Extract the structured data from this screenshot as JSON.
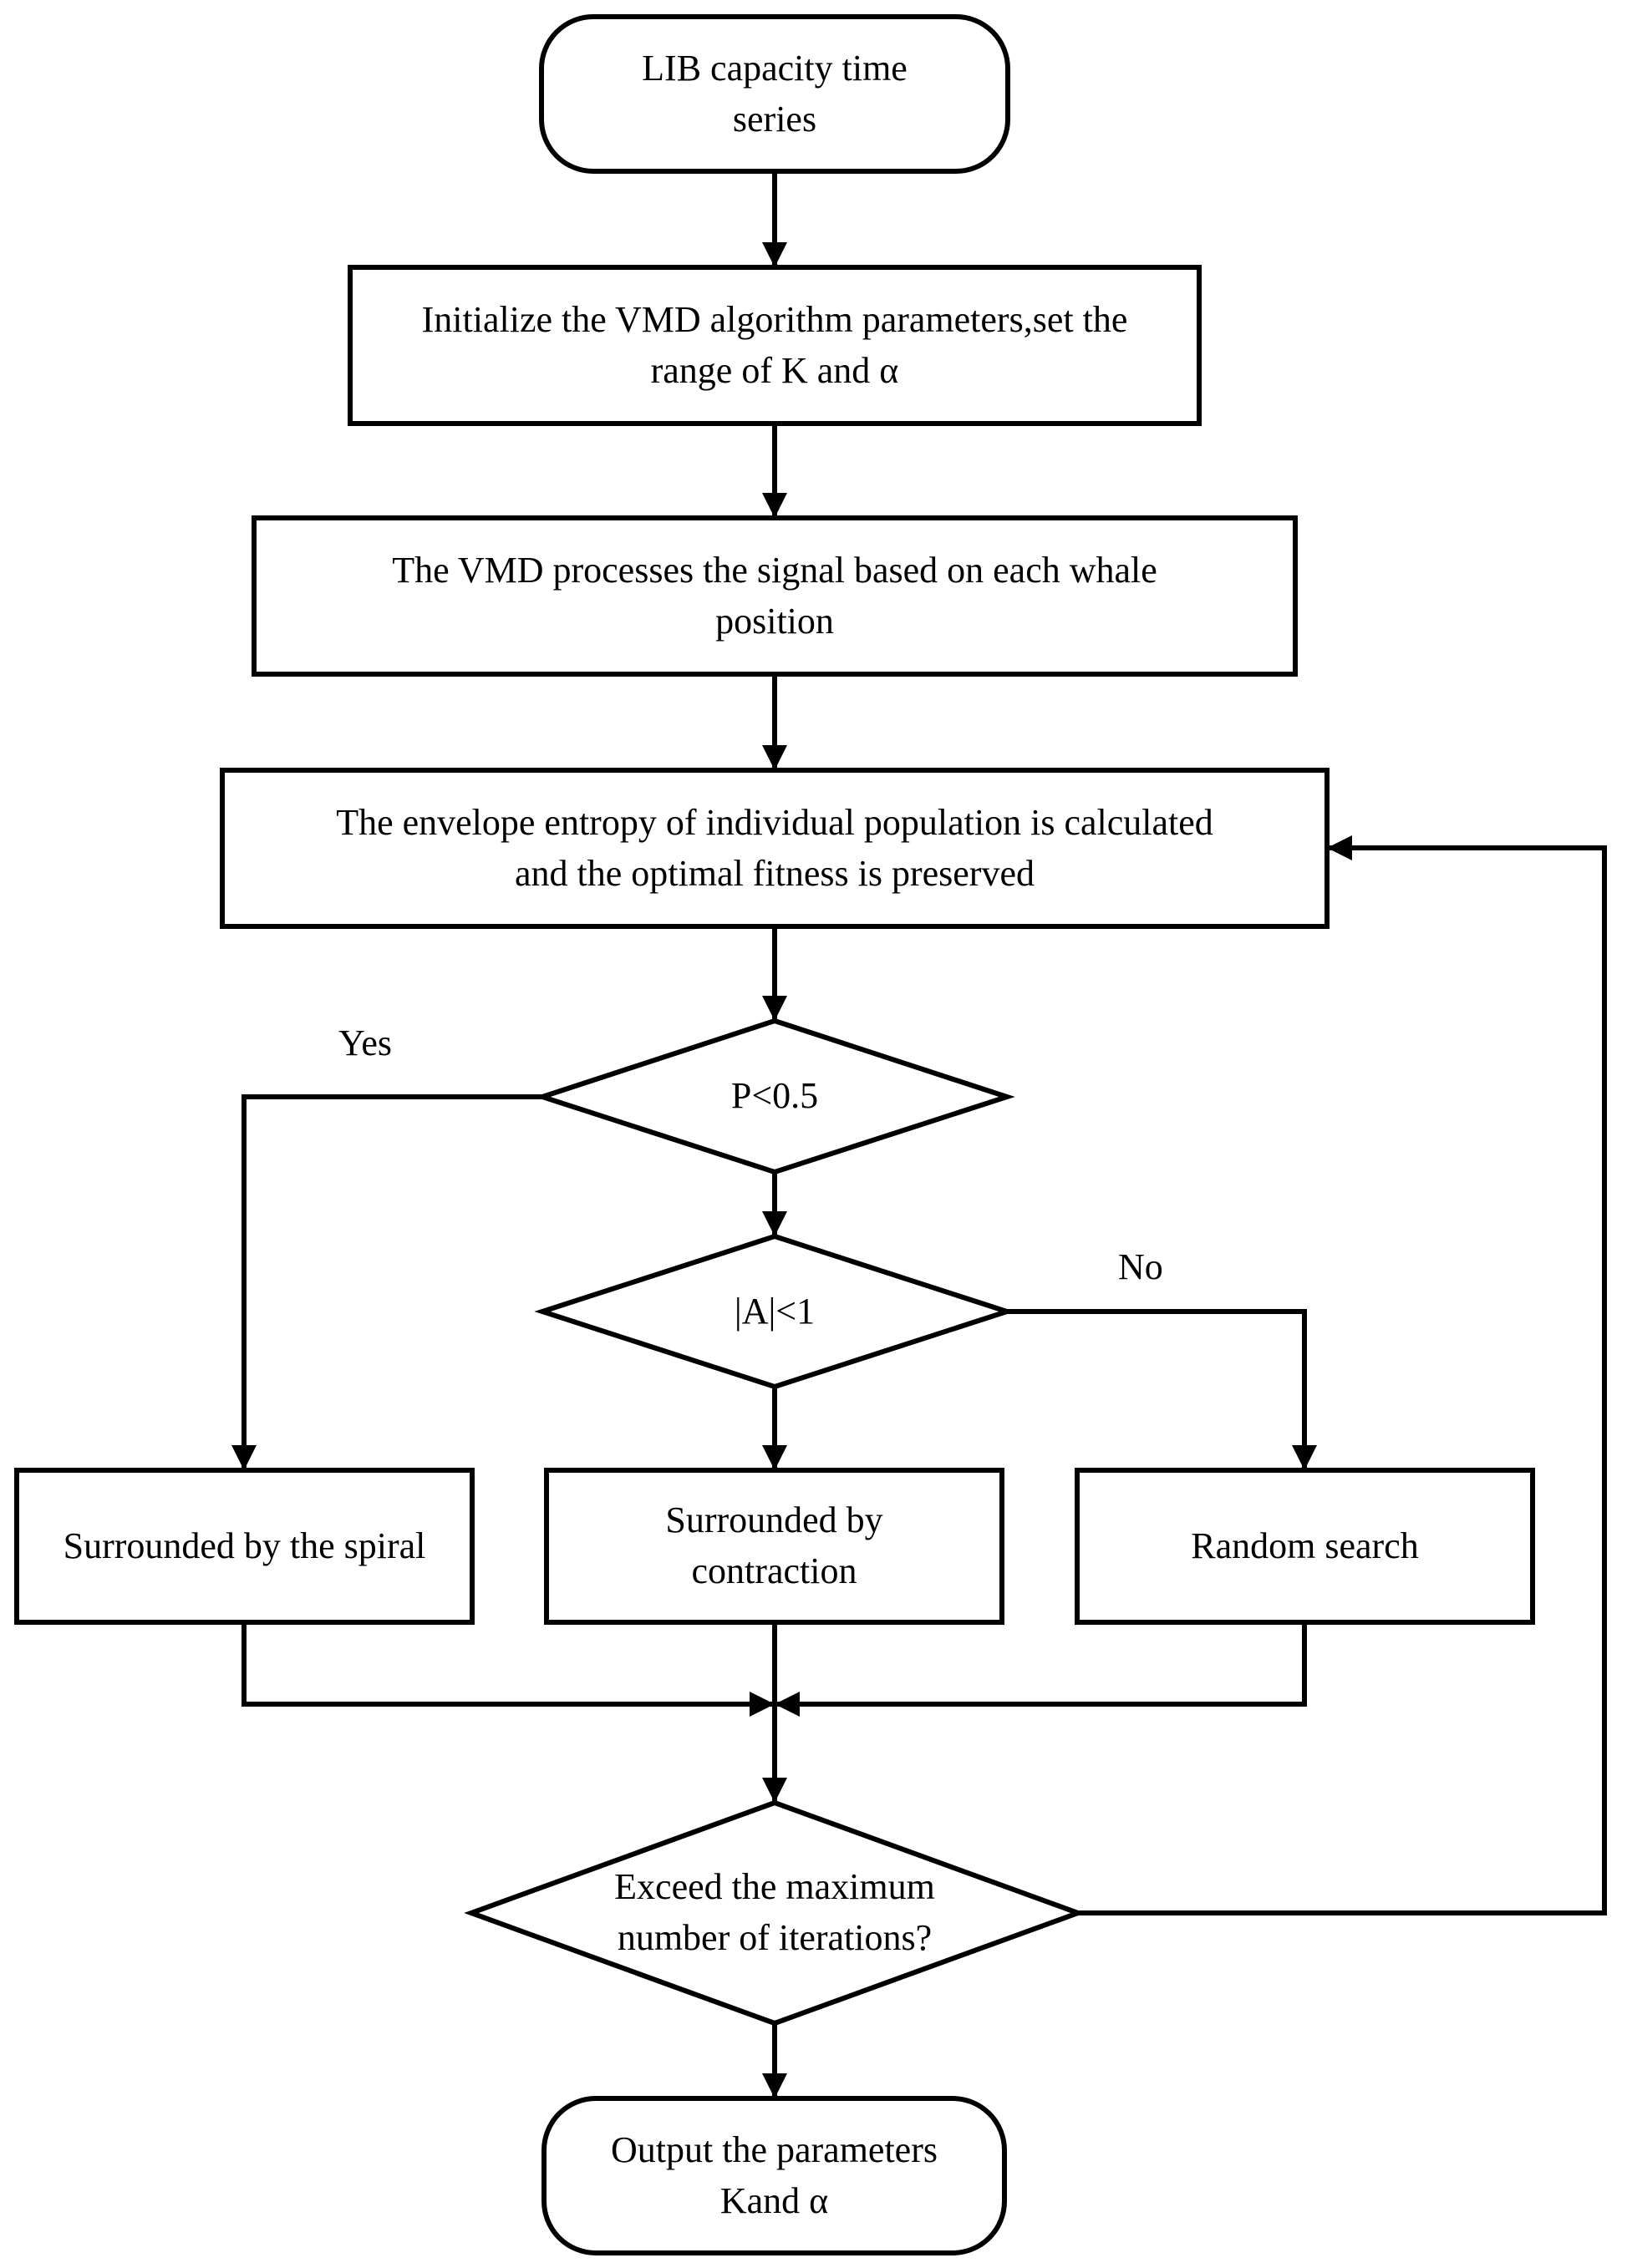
{
  "nodes": {
    "start": {
      "lines": [
        "LIB capacity time",
        "series"
      ]
    },
    "init": {
      "lines": [
        "Initialize the VMD algorithm parameters,set the",
        "range of K and  α"
      ]
    },
    "vmd": {
      "lines": [
        "The VMD processes the signal based on each whale",
        "position"
      ]
    },
    "entropy": {
      "lines": [
        "The envelope entropy of individual population is calculated",
        "and the optimal fitness is preserved"
      ]
    },
    "decision_p": {
      "lines": [
        "P<0.5"
      ]
    },
    "decision_a": {
      "lines": [
        "|A|<1"
      ]
    },
    "spiral": {
      "lines": [
        "Surrounded by the spiral"
      ]
    },
    "contraction": {
      "lines": [
        "Surrounded by",
        "contraction"
      ]
    },
    "random": {
      "lines": [
        "Random search"
      ]
    },
    "decision_iter": {
      "lines": [
        "Exceed the maximum",
        "number of iterations?"
      ]
    },
    "output": {
      "lines": [
        "Output the  parameters",
        "Kand α"
      ]
    }
  },
  "edge_labels": {
    "yes": "Yes",
    "no": "No"
  }
}
